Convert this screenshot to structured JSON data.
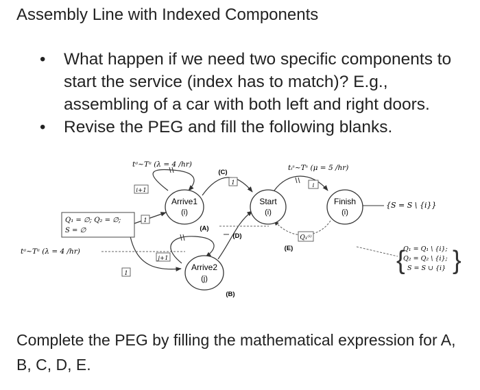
{
  "slide": {
    "title": "Assembly Line with Indexed Components",
    "bullets": [
      "What happen if we need two specific components to start the service (index has to match)? E.g., assembling of a car with both left and right doors.",
      "Revise the PEG and fill the following blanks."
    ],
    "footer": "Complete the PEG by filling the mathematical expression for A, B, C, D, E."
  },
  "diagram": {
    "arrival_top_label": "tᵃ~Tᵃ (λ = 4 /hr)",
    "arrival_left_label": "tᵃ~Tᵃ (λ = 4 /hr)",
    "service_label": "tᵢˢ~Tˢ (μ = 5 /hr)",
    "init_line1": "Q₁ = ∅; Q₂ = ∅;",
    "init_line2": "S = ∅",
    "nodes": {
      "arrive1_name": "Arrive1",
      "arrive1_param": "(i)",
      "arrive2_name": "Arrive2",
      "arrive2_param": "(j)",
      "start_name": "Start",
      "start_param": "(i)",
      "finish_name": "Finish",
      "finish_param": "(i)"
    },
    "edge_params": {
      "i_plus_1_top": "i+1",
      "one_a": "1",
      "j_plus_1": "j+1",
      "one_b": "1",
      "one_c": "1",
      "i_service": "i"
    },
    "blanks": {
      "A": "(A)",
      "B": "(B)",
      "C": "(C)",
      "D": "(D)",
      "E": "(E)"
    },
    "queue_cond": "Q₁⁽ⁱ⁾",
    "finish_condition": "{S = S \\ {i}}",
    "finish_update_1": "Q₁ = Q₁ \\ {i};",
    "finish_update_2": "Q₂ = Q₂ \\ {i};",
    "finish_update_3": "S = S ∪ {i}"
  }
}
